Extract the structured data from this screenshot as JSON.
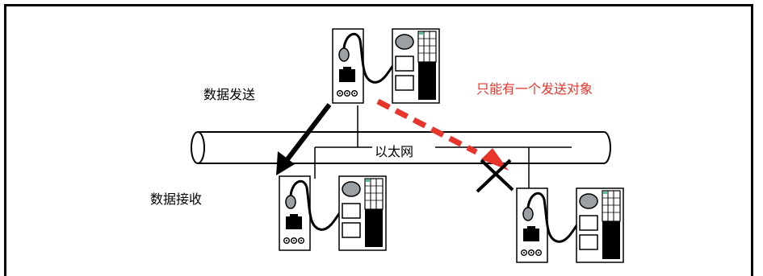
{
  "labels": {
    "send": "数据发送",
    "receive": "数据接收",
    "network": "以太网",
    "only_one_target": "只能有一个发送对象"
  },
  "colors": {
    "warning_text": "#e8352b",
    "dashed_arrow": "#e8352b",
    "device_screen": "#9aa0a4",
    "led_green": "#5fbf9a"
  },
  "icons": {
    "device": "plc-module-with-cable",
    "send_arrow": "black-arrow",
    "blocked_arrow": "red-dashed-arrow",
    "blocked_mark": "x-mark"
  }
}
